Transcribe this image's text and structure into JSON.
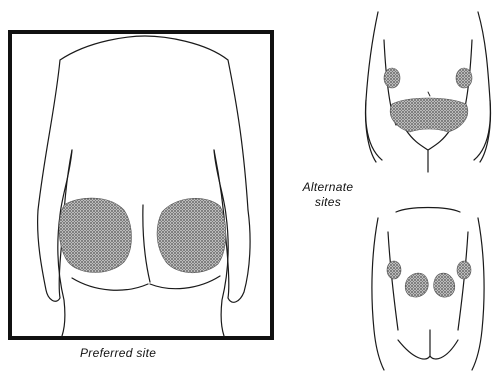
{
  "captions": {
    "preferred": "Preferred site",
    "alternate_line1": "Alternate",
    "alternate_line2": "sites"
  },
  "figures": [
    {
      "name": "back-view-preferred",
      "sites": [
        "left-buttock-upper-outer",
        "right-buttock-upper-outer"
      ]
    },
    {
      "name": "front-view-alternate",
      "sites": [
        "left-upper-arm-back",
        "right-upper-arm-back",
        "lower-abdomen"
      ]
    },
    {
      "name": "back-view-alternate",
      "sites": [
        "left-upper-arm-back",
        "right-upper-arm-back",
        "left-flank",
        "right-flank"
      ]
    }
  ],
  "colors": {
    "ink": "#1a1a1a",
    "site_fill": "#8c8c8c",
    "frame": "#111111"
  }
}
